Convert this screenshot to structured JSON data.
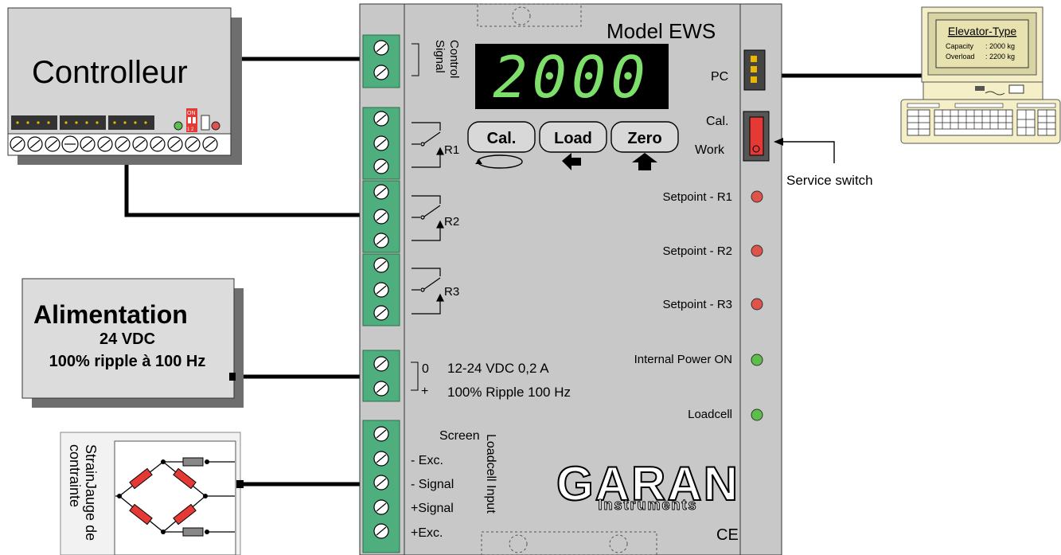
{
  "controller": {
    "title": "Controlleur",
    "dip_label": "ON",
    "dip_numbers": "1 2"
  },
  "power_supply": {
    "title": "Alimentation",
    "voltage": "24 VDC",
    "ripple": "100% ripple à 100 Hz"
  },
  "strain_gauge": {
    "label_line1": "StrainJauge de",
    "label_line2": "contrainte"
  },
  "module": {
    "model": "Model EWS",
    "display_value": "2000",
    "control_signal_line1": "Control",
    "control_signal_line2": "Signal",
    "buttons": {
      "cal": "Cal.",
      "load": "Load",
      "zero": "Zero"
    },
    "relays": [
      "R1",
      "R2",
      "R3"
    ],
    "power_terminals": {
      "minus": "0",
      "plus": "+",
      "spec1": "12-24 VDC 0,2 A",
      "spec2": "100% Ripple 100 Hz"
    },
    "loadcell_terminals": [
      "Screen",
      "- Exc.",
      "- Signal",
      "+Signal",
      "+Exc."
    ],
    "loadcell_input_label": "Loadcell Input",
    "brand": "GARAN",
    "brand_sub": "Instruments",
    "ce_mark": "CE"
  },
  "side_panel": {
    "pc_label": "PC",
    "cal_label": "Cal.",
    "work_label": "Work",
    "indicators": [
      {
        "label": "Setpoint - R1",
        "color": "#e0534a"
      },
      {
        "label": "Setpoint - R2",
        "color": "#e0534a"
      },
      {
        "label": "Setpoint - R3",
        "color": "#e0534a"
      },
      {
        "label": "Internal Power ON",
        "color": "#5cbf4a"
      },
      {
        "label": "Loadcell",
        "color": "#5cbf4a"
      }
    ]
  },
  "service_switch_label": "Service switch",
  "computer": {
    "screen_title": "Elevator-Type",
    "capacity_label": "Capacity",
    "capacity_value": ": 2000 kg",
    "overload_label": "Overload",
    "overload_value": ": 2200 kg"
  },
  "colors": {
    "terminal_green": "#4fae7e",
    "panel_gray": "#c8c8c8",
    "lcd_green": "#7ee06a",
    "led_red": "#e0534a",
    "led_green": "#5cbf4a",
    "switch_red": "#e53935",
    "monitor_cream": "#f4efc6"
  }
}
